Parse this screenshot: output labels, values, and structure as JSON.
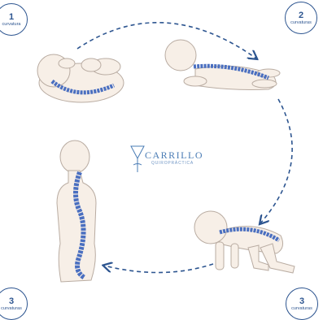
{
  "badges": [
    {
      "number": "1",
      "label": "curvatura"
    },
    {
      "number": "2",
      "label": "curvaturas"
    },
    {
      "number": "3",
      "label": "curvaturas"
    },
    {
      "number": "3",
      "label": "curvaturas"
    }
  ],
  "logo": {
    "name": "CARRILLO",
    "subtitle": "QUIROPRÁCTICA"
  },
  "colors": {
    "accent": "#2d5590",
    "spine": "#4a6fc0",
    "skin": "#f7efe7",
    "outline": "#b9aca2"
  }
}
